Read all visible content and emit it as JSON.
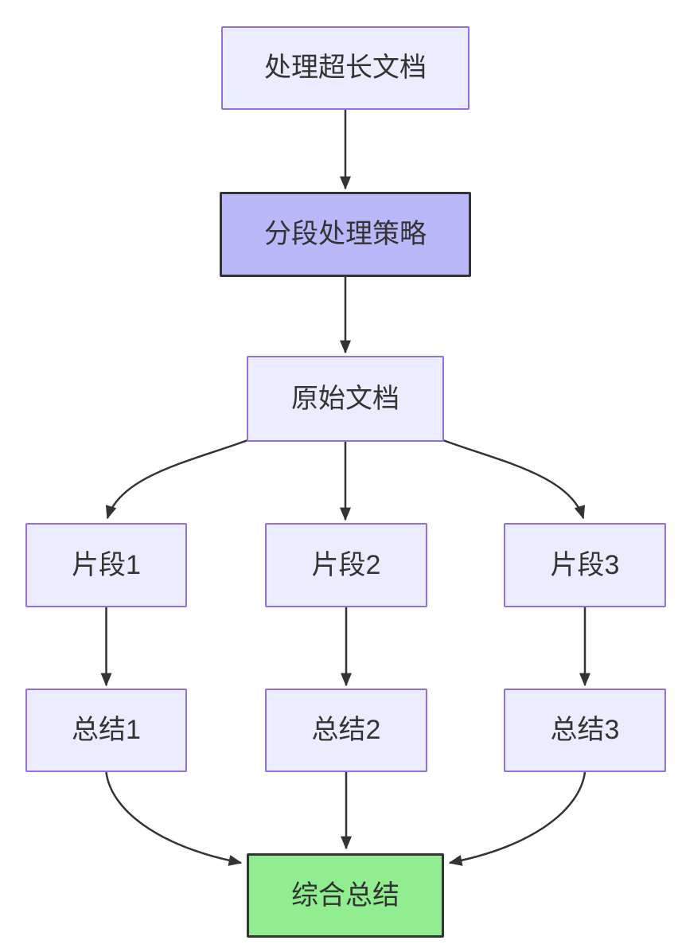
{
  "diagram": {
    "type": "flowchart",
    "direction": "top-down",
    "nodes": [
      {
        "id": "A",
        "label": "处理超长文档",
        "style": "default"
      },
      {
        "id": "B",
        "label": "分段处理策略",
        "style": "highlight-purple"
      },
      {
        "id": "C",
        "label": "原始文档",
        "style": "default"
      },
      {
        "id": "D1",
        "label": "片段1",
        "style": "default"
      },
      {
        "id": "D2",
        "label": "片段2",
        "style": "default"
      },
      {
        "id": "D3",
        "label": "片段3",
        "style": "default"
      },
      {
        "id": "E1",
        "label": "总结1",
        "style": "default"
      },
      {
        "id": "E2",
        "label": "总结2",
        "style": "default"
      },
      {
        "id": "E3",
        "label": "总结3",
        "style": "default"
      },
      {
        "id": "F",
        "label": "综合总结",
        "style": "highlight-green"
      }
    ],
    "edges": [
      {
        "from": "A",
        "to": "B"
      },
      {
        "from": "B",
        "to": "C"
      },
      {
        "from": "C",
        "to": "D1"
      },
      {
        "from": "C",
        "to": "D2"
      },
      {
        "from": "C",
        "to": "D3"
      },
      {
        "from": "D1",
        "to": "E1"
      },
      {
        "from": "D2",
        "to": "E2"
      },
      {
        "from": "D3",
        "to": "E3"
      },
      {
        "from": "E1",
        "to": "F"
      },
      {
        "from": "E2",
        "to": "F"
      },
      {
        "from": "E3",
        "to": "F"
      }
    ],
    "colors": {
      "node_fill": "#ECECFF",
      "node_border": "#9370DB",
      "highlight_purple_fill": "#b9b9f9",
      "highlight_green_fill": "#90EE90",
      "highlight_border": "#333333",
      "edge": "#333333",
      "text": "#333333"
    }
  }
}
